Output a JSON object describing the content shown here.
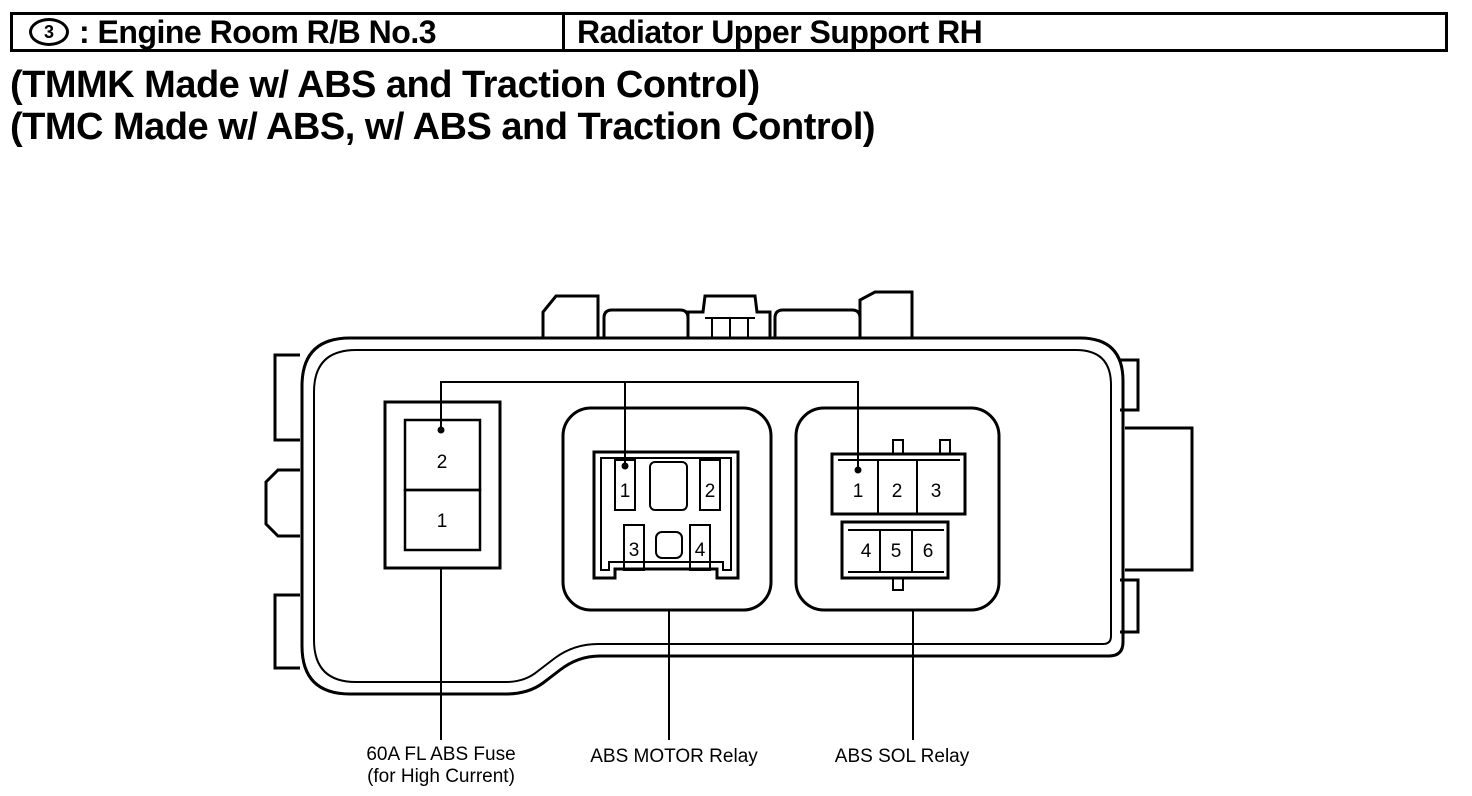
{
  "header": {
    "connector_number": "3",
    "location": ": Engine Room R/B No.3",
    "position": "Radiator Upper Support RH"
  },
  "subtitles": [
    "(TMMK Made w/ ABS and Traction Control)",
    "(TMC Made w/ ABS, w/ ABS and Traction Control)"
  ],
  "fuse": {
    "terminals": [
      "2",
      "1"
    ],
    "label_line1": "60A FL ABS Fuse",
    "label_line2": "(for High Current)"
  },
  "motor_relay": {
    "terminals": [
      "1",
      "2",
      "3",
      "4"
    ],
    "label": "ABS MOTOR Relay"
  },
  "sol_relay": {
    "terminals": [
      "1",
      "2",
      "3",
      "4",
      "5",
      "6"
    ],
    "label": "ABS SOL Relay"
  }
}
